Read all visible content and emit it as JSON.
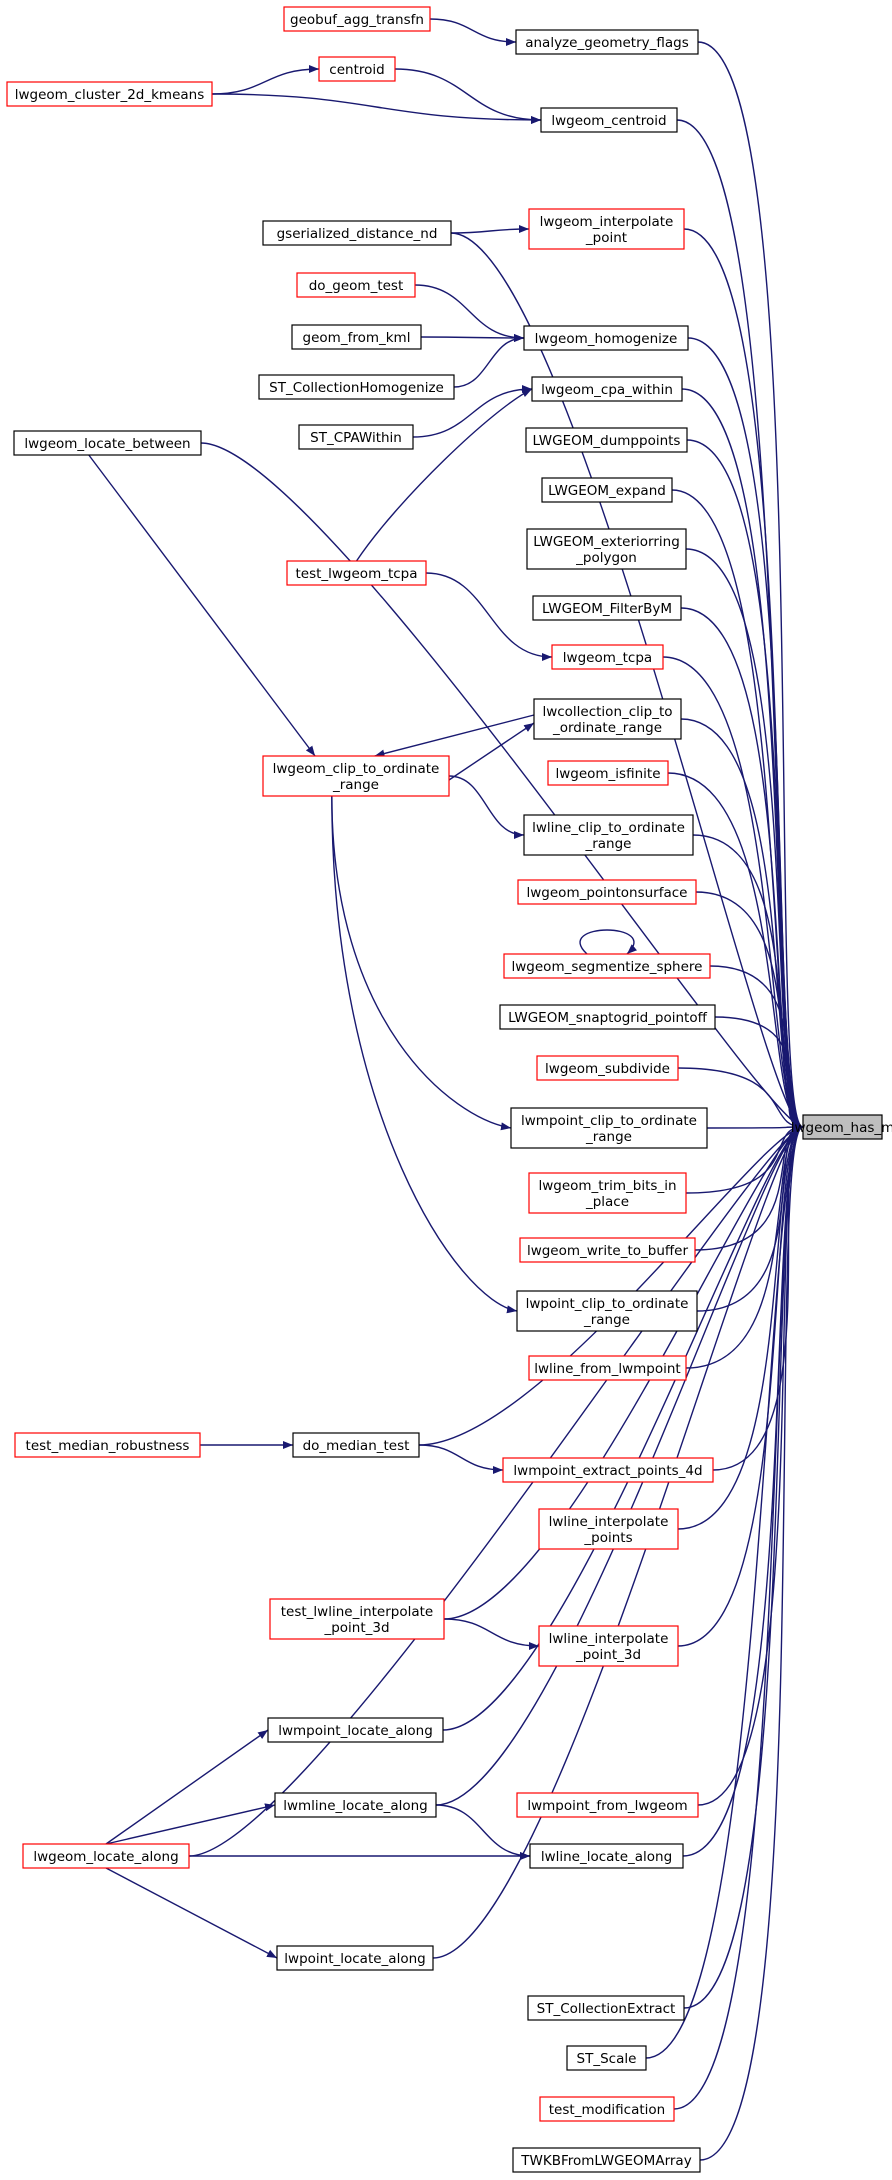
{
  "target": "lwgeom_has_m",
  "colors": {
    "edge": "#191970",
    "black_border": "#000000",
    "red_border": "#ff0000",
    "target_fill": "#bfbfbf",
    "node_fill": "#ffffff"
  },
  "nodes": [
    {
      "id": "geobuf_agg_transfn",
      "lines": [
        "geobuf_agg_transfn"
      ],
      "border": "red"
    },
    {
      "id": "analyze_geometry_flags",
      "lines": [
        "analyze_geometry_flags"
      ],
      "border": "black"
    },
    {
      "id": "centroid",
      "lines": [
        "centroid"
      ],
      "border": "red"
    },
    {
      "id": "lwgeom_cluster_2d_kmeans",
      "lines": [
        "lwgeom_cluster_2d_kmeans"
      ],
      "border": "red"
    },
    {
      "id": "lwgeom_centroid",
      "lines": [
        "lwgeom_centroid"
      ],
      "border": "black"
    },
    {
      "id": "gserialized_distance_nd",
      "lines": [
        "gserialized_distance_nd"
      ],
      "border": "black"
    },
    {
      "id": "lwgeom_interpolate_point",
      "lines": [
        "lwgeom_interpolate",
        "_point"
      ],
      "border": "red"
    },
    {
      "id": "do_geom_test",
      "lines": [
        "do_geom_test"
      ],
      "border": "red"
    },
    {
      "id": "geom_from_kml",
      "lines": [
        "geom_from_kml"
      ],
      "border": "black"
    },
    {
      "id": "lwgeom_homogenize",
      "lines": [
        "lwgeom_homogenize"
      ],
      "border": "black"
    },
    {
      "id": "ST_CollectionHomogenize",
      "lines": [
        "ST_CollectionHomogenize"
      ],
      "border": "black"
    },
    {
      "id": "lwgeom_cpa_within",
      "lines": [
        "lwgeom_cpa_within"
      ],
      "border": "black"
    },
    {
      "id": "ST_CPAWithin",
      "lines": [
        "ST_CPAWithin"
      ],
      "border": "black"
    },
    {
      "id": "lwgeom_locate_between",
      "lines": [
        "lwgeom_locate_between"
      ],
      "border": "black"
    },
    {
      "id": "LWGEOM_dumppoints",
      "lines": [
        "LWGEOM_dumppoints"
      ],
      "border": "black"
    },
    {
      "id": "LWGEOM_expand",
      "lines": [
        "LWGEOM_expand"
      ],
      "border": "black"
    },
    {
      "id": "LWGEOM_exteriorring_polygon",
      "lines": [
        "LWGEOM_exteriorring",
        "_polygon"
      ],
      "border": "black"
    },
    {
      "id": "test_lwgeom_tcpa",
      "lines": [
        "test_lwgeom_tcpa"
      ],
      "border": "red"
    },
    {
      "id": "LWGEOM_FilterByM",
      "lines": [
        "LWGEOM_FilterByM"
      ],
      "border": "black"
    },
    {
      "id": "lwgeom_tcpa",
      "lines": [
        "lwgeom_tcpa"
      ],
      "border": "red"
    },
    {
      "id": "lwcollection_clip_to_ordinate_range",
      "lines": [
        "lwcollection_clip_to",
        "_ordinate_range"
      ],
      "border": "black"
    },
    {
      "id": "lwgeom_clip_to_ordinate_range",
      "lines": [
        "lwgeom_clip_to_ordinate",
        "_range"
      ],
      "border": "red"
    },
    {
      "id": "lwgeom_isfinite",
      "lines": [
        "lwgeom_isfinite"
      ],
      "border": "red"
    },
    {
      "id": "lwline_clip_to_ordinate_range",
      "lines": [
        "lwline_clip_to_ordinate",
        "_range"
      ],
      "border": "black"
    },
    {
      "id": "lwgeom_pointonsurface",
      "lines": [
        "lwgeom_pointonsurface"
      ],
      "border": "red"
    },
    {
      "id": "lwgeom_segmentize_sphere",
      "lines": [
        "lwgeom_segmentize_sphere"
      ],
      "border": "red"
    },
    {
      "id": "LWGEOM_snaptogrid_pointoff",
      "lines": [
        "LWGEOM_snaptogrid_pointoff"
      ],
      "border": "black"
    },
    {
      "id": "lwgeom_subdivide",
      "lines": [
        "lwgeom_subdivide"
      ],
      "border": "red"
    },
    {
      "id": "lwgeom_has_m",
      "lines": [
        "lwgeom_has_m"
      ],
      "border": "black",
      "target": true
    },
    {
      "id": "lwmpoint_clip_to_ordinate_range",
      "lines": [
        "lwmpoint_clip_to_ordinate",
        "_range"
      ],
      "border": "black"
    },
    {
      "id": "lwgeom_trim_bits_in_place",
      "lines": [
        "lwgeom_trim_bits_in",
        "_place"
      ],
      "border": "red"
    },
    {
      "id": "lwgeom_write_to_buffer",
      "lines": [
        "lwgeom_write_to_buffer"
      ],
      "border": "red"
    },
    {
      "id": "lwpoint_clip_to_ordinate_range",
      "lines": [
        "lwpoint_clip_to_ordinate",
        "_range"
      ],
      "border": "black"
    },
    {
      "id": "lwline_from_lwmpoint",
      "lines": [
        "lwline_from_lwmpoint"
      ],
      "border": "red"
    },
    {
      "id": "test_median_robustness",
      "lines": [
        "test_median_robustness"
      ],
      "border": "red"
    },
    {
      "id": "do_median_test",
      "lines": [
        "do_median_test"
      ],
      "border": "black"
    },
    {
      "id": "lwmpoint_extract_points_4d",
      "lines": [
        "lwmpoint_extract_points_4d"
      ],
      "border": "red"
    },
    {
      "id": "lwline_interpolate_points",
      "lines": [
        "lwline_interpolate",
        "_points"
      ],
      "border": "red"
    },
    {
      "id": "test_lwline_interpolate_point_3d",
      "lines": [
        "test_lwline_interpolate",
        "_point_3d"
      ],
      "border": "red"
    },
    {
      "id": "lwline_interpolate_point_3d",
      "lines": [
        "lwline_interpolate",
        "_point_3d"
      ],
      "border": "red"
    },
    {
      "id": "lwmpoint_locate_along",
      "lines": [
        "lwmpoint_locate_along"
      ],
      "border": "black"
    },
    {
      "id": "lwmline_locate_along",
      "lines": [
        "lwmline_locate_along"
      ],
      "border": "black"
    },
    {
      "id": "lwmpoint_from_lwgeom",
      "lines": [
        "lwmpoint_from_lwgeom"
      ],
      "border": "red"
    },
    {
      "id": "lwgeom_locate_along",
      "lines": [
        "lwgeom_locate_along"
      ],
      "border": "red"
    },
    {
      "id": "lwline_locate_along",
      "lines": [
        "lwline_locate_along"
      ],
      "border": "black"
    },
    {
      "id": "lwpoint_locate_along",
      "lines": [
        "lwpoint_locate_along"
      ],
      "border": "black"
    },
    {
      "id": "ST_CollectionExtract",
      "lines": [
        "ST_CollectionExtract"
      ],
      "border": "black"
    },
    {
      "id": "ST_Scale",
      "lines": [
        "ST_Scale"
      ],
      "border": "black"
    },
    {
      "id": "test_modification",
      "lines": [
        "test_modification"
      ],
      "border": "red"
    },
    {
      "id": "TWKBFromLWGEOMArray",
      "lines": [
        "TWKBFromLWGEOMArray"
      ],
      "border": "black"
    }
  ],
  "edges": [
    [
      "geobuf_agg_transfn",
      "analyze_geometry_flags"
    ],
    [
      "analyze_geometry_flags",
      "lwgeom_has_m"
    ],
    [
      "lwgeom_cluster_2d_kmeans",
      "centroid"
    ],
    [
      "lwgeom_cluster_2d_kmeans",
      "lwgeom_centroid"
    ],
    [
      "centroid",
      "lwgeom_centroid"
    ],
    [
      "lwgeom_centroid",
      "lwgeom_has_m"
    ],
    [
      "lwgeom_locate_between",
      "lwgeom_has_m"
    ],
    [
      "gserialized_distance_nd",
      "lwgeom_interpolate_point"
    ],
    [
      "gserialized_distance_nd",
      "lwgeom_has_m"
    ],
    [
      "lwgeom_interpolate_point",
      "lwgeom_has_m"
    ],
    [
      "do_geom_test",
      "lwgeom_homogenize"
    ],
    [
      "geom_from_kml",
      "lwgeom_homogenize"
    ],
    [
      "ST_CollectionHomogenize",
      "lwgeom_homogenize"
    ],
    [
      "lwgeom_homogenize",
      "lwgeom_has_m"
    ],
    [
      "ST_CPAWithin",
      "lwgeom_cpa_within"
    ],
    [
      "test_lwgeom_tcpa",
      "lwgeom_cpa_within"
    ],
    [
      "lwgeom_cpa_within",
      "lwgeom_has_m"
    ],
    [
      "LWGEOM_dumppoints",
      "lwgeom_has_m"
    ],
    [
      "LWGEOM_expand",
      "lwgeom_has_m"
    ],
    [
      "LWGEOM_exteriorring_polygon",
      "lwgeom_has_m"
    ],
    [
      "LWGEOM_FilterByM",
      "lwgeom_has_m"
    ],
    [
      "test_lwgeom_tcpa",
      "lwgeom_tcpa"
    ],
    [
      "lwgeom_tcpa",
      "lwgeom_has_m"
    ],
    [
      "lwgeom_locate_between",
      "lwgeom_clip_to_ordinate_range"
    ],
    [
      "lwcollection_clip_to_ordinate_range",
      "lwgeom_clip_to_ordinate_range"
    ],
    [
      "lwgeom_clip_to_ordinate_range",
      "lwcollection_clip_to_ordinate_range"
    ],
    [
      "lwcollection_clip_to_ordinate_range",
      "lwgeom_has_m"
    ],
    [
      "lwgeom_isfinite",
      "lwgeom_has_m"
    ],
    [
      "lwgeom_clip_to_ordinate_range",
      "lwline_clip_to_ordinate_range"
    ],
    [
      "lwline_clip_to_ordinate_range",
      "lwgeom_has_m"
    ],
    [
      "lwgeom_pointonsurface",
      "lwgeom_has_m"
    ],
    [
      "lwgeom_segmentize_sphere",
      "lwgeom_segmentize_sphere"
    ],
    [
      "lwgeom_segmentize_sphere",
      "lwgeom_has_m"
    ],
    [
      "LWGEOM_snaptogrid_pointoff",
      "lwgeom_has_m"
    ],
    [
      "lwgeom_subdivide",
      "lwgeom_has_m"
    ],
    [
      "lwgeom_clip_to_ordinate_range",
      "lwmpoint_clip_to_ordinate_range"
    ],
    [
      "lwmpoint_clip_to_ordinate_range",
      "lwgeom_has_m"
    ],
    [
      "lwgeom_trim_bits_in_place",
      "lwgeom_has_m"
    ],
    [
      "lwgeom_write_to_buffer",
      "lwgeom_has_m"
    ],
    [
      "lwgeom_clip_to_ordinate_range",
      "lwpoint_clip_to_ordinate_range"
    ],
    [
      "lwpoint_clip_to_ordinate_range",
      "lwgeom_has_m"
    ],
    [
      "lwline_from_lwmpoint",
      "lwgeom_has_m"
    ],
    [
      "test_median_robustness",
      "do_median_test"
    ],
    [
      "do_median_test",
      "lwgeom_has_m"
    ],
    [
      "do_median_test",
      "lwmpoint_extract_points_4d"
    ],
    [
      "lwmpoint_extract_points_4d",
      "lwgeom_has_m"
    ],
    [
      "lwline_interpolate_points",
      "lwgeom_has_m"
    ],
    [
      "test_lwline_interpolate_point_3d",
      "lwgeom_has_m"
    ],
    [
      "test_lwline_interpolate_point_3d",
      "lwline_interpolate_point_3d"
    ],
    [
      "lwline_interpolate_point_3d",
      "lwgeom_has_m"
    ],
    [
      "lwgeom_locate_along",
      "lwmpoint_locate_along"
    ],
    [
      "lwmpoint_locate_along",
      "lwgeom_has_m"
    ],
    [
      "lwgeom_locate_along",
      "lwmline_locate_along"
    ],
    [
      "lwmline_locate_along",
      "lwgeom_has_m"
    ],
    [
      "lwmline_locate_along",
      "lwline_locate_along"
    ],
    [
      "lwmpoint_from_lwgeom",
      "lwgeom_has_m"
    ],
    [
      "lwgeom_locate_along",
      "lwline_locate_along"
    ],
    [
      "lwgeom_locate_along",
      "lwgeom_has_m"
    ],
    [
      "lwline_locate_along",
      "lwgeom_has_m"
    ],
    [
      "lwgeom_locate_along",
      "lwpoint_locate_along"
    ],
    [
      "lwpoint_locate_along",
      "lwgeom_has_m"
    ],
    [
      "ST_CollectionExtract",
      "lwgeom_has_m"
    ],
    [
      "ST_Scale",
      "lwgeom_has_m"
    ],
    [
      "test_modification",
      "lwgeom_has_m"
    ],
    [
      "TWKBFromLWGEOMArray",
      "lwgeom_has_m"
    ]
  ]
}
